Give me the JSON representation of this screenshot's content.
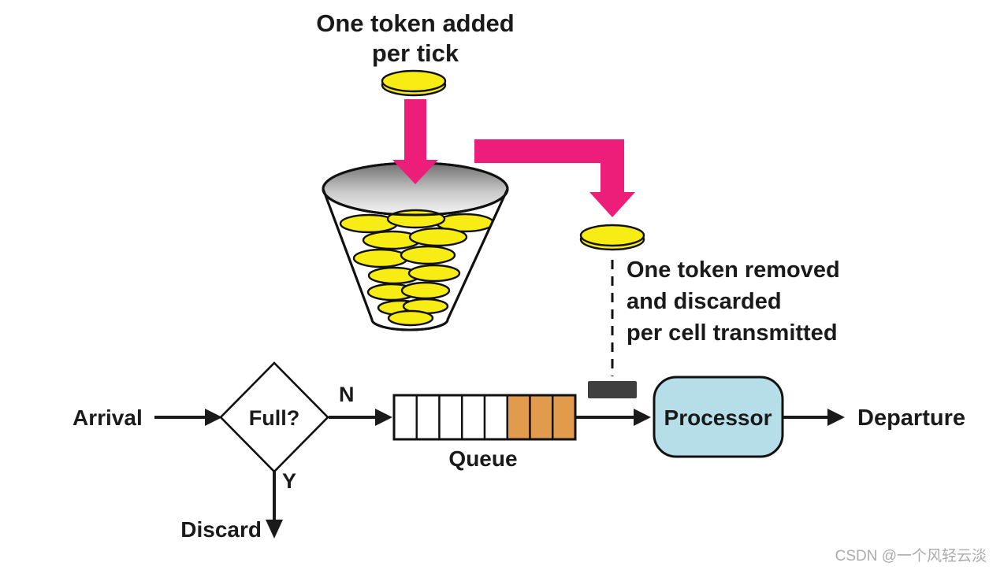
{
  "diagram": {
    "type": "token-bucket-flow-diagram",
    "top_caption": {
      "line1": "One token added",
      "line2": "per tick"
    },
    "side_caption": {
      "line1": "One token removed",
      "line2": "and discarded",
      "line3": "per cell transmitted"
    },
    "flow": {
      "arrival_label": "Arrival",
      "decision_label": "Full?",
      "no_label": "N",
      "yes_label": "Y",
      "queue_label": "Queue",
      "processor_label": "Processor",
      "departure_label": "Departure",
      "discard_label": "Discard"
    },
    "queue": {
      "empty_cells": 5,
      "filled_cells": 3
    },
    "colors": {
      "arrow_pink": "#ED1E79",
      "token_yellow": "#F7EC13",
      "queue_orange": "#E29A4D",
      "processor_blue": "#B5DEE9",
      "valve_dark": "#3F3F3F",
      "text_black": "#1A1A1A",
      "watermark_gray": "#ABABAB"
    },
    "watermark": "CSDN @一个风轻云淡"
  }
}
